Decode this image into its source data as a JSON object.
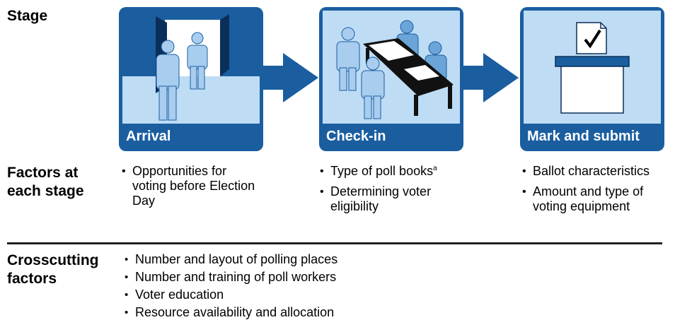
{
  "labels": {
    "stage": "Stage",
    "factors_line1": "Factors at",
    "factors_line2": "each stage",
    "cross_line1": "Crosscutting",
    "cross_line2": "factors"
  },
  "stages": [
    {
      "title": "Arrival",
      "art": "people-entering-door"
    },
    {
      "title": "Check-in",
      "art": "poll-workers-at-table"
    },
    {
      "title": "Mark and submit",
      "art": "ballot-box"
    }
  ],
  "factors": {
    "arrival": [
      "Opportunities for voting before Election Day"
    ],
    "checkin": [
      {
        "text": "Type of poll books",
        "sup": "a"
      },
      {
        "text": "Determining voter eligibility"
      }
    ],
    "mark": [
      "Ballot characteristics",
      "Amount and type of voting equipment"
    ]
  },
  "crosscutting": [
    "Number and layout of polling places",
    "Number and training of poll workers",
    "Voter education",
    "Resource availability and allocation"
  ],
  "colors": {
    "primary": "#1a5ea0",
    "light": "#bfdcf5",
    "accent": "#6ba4d8"
  }
}
